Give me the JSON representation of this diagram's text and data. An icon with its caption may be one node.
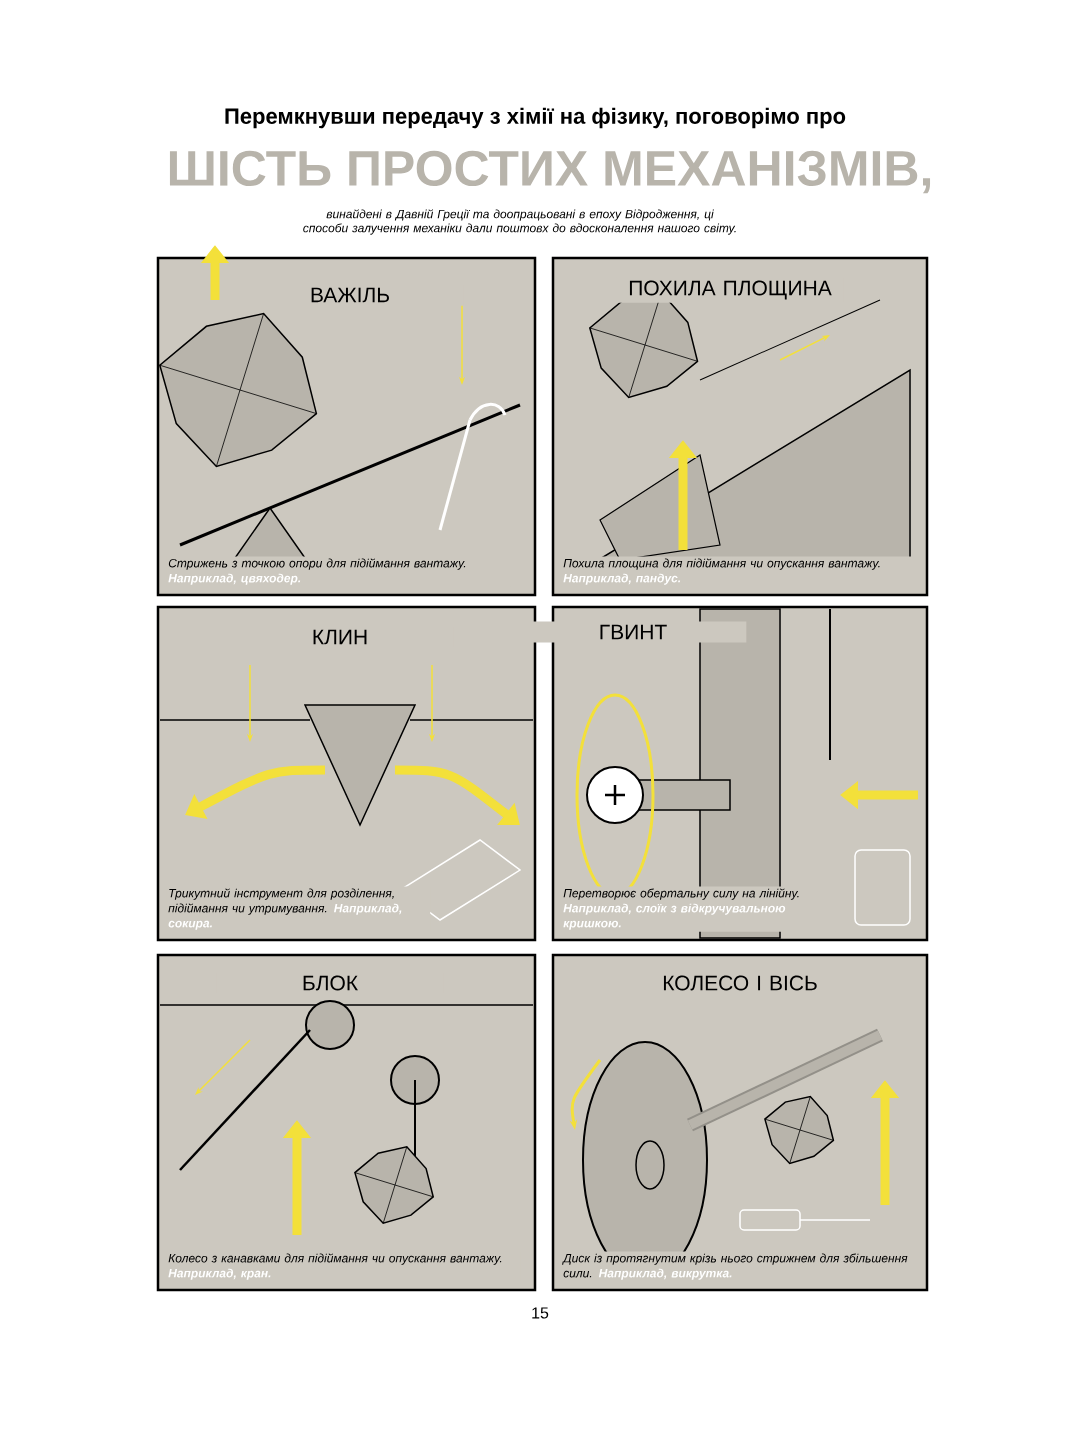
{
  "diagram": {
    "title": "ШІСТЬ ПРОСТИХ МЕХАНІЗМІВ,",
    "nodes": [
      {
        "text": [
          "ВАЖІЛЬ",
          "Стрижень з точкою опори для підіймання вантажу.",
          "Наприклад, цвяходер."
        ]
      },
      {
        "text": [
          "ПОХИЛА ПЛОЩИНА",
          "Похила площина для підіймання чи опускання вантажу.",
          "Наприклад, пандус."
        ]
      },
      {
        "text": [
          "КЛИН",
          "Трикутний інструмент для розділення, підіймання чи утримування.",
          "Наприклад, сокира."
        ]
      },
      {
        "text": [
          "ГВИНТ",
          "Перетворює обертальну силу на лінійну.",
          "Наприклад, слоїк з відкручувальною кришкою."
        ]
      },
      {
        "text": [
          "БЛОК",
          "Колесо з канавками для підіймання чи опускання вантажу.",
          "Наприклад, кран."
        ]
      },
      {
        "text": [
          "КОЛЕСО І ВІСЬ",
          "Диск із протягнутим крізь нього стрижнем для збільшення сили.",
          "Наприклад, викрутка."
        ]
      }
    ],
    "labels": [
      "Перемкнувши передачу з хімії на фізику, поговорімо про",
      "винайдені в Давній Греції та доопрацьовані в епоху Відродження, ці способи залучення механіки дали поштовх до вдосконалення нашого світу.",
      "15"
    ]
  }
}
